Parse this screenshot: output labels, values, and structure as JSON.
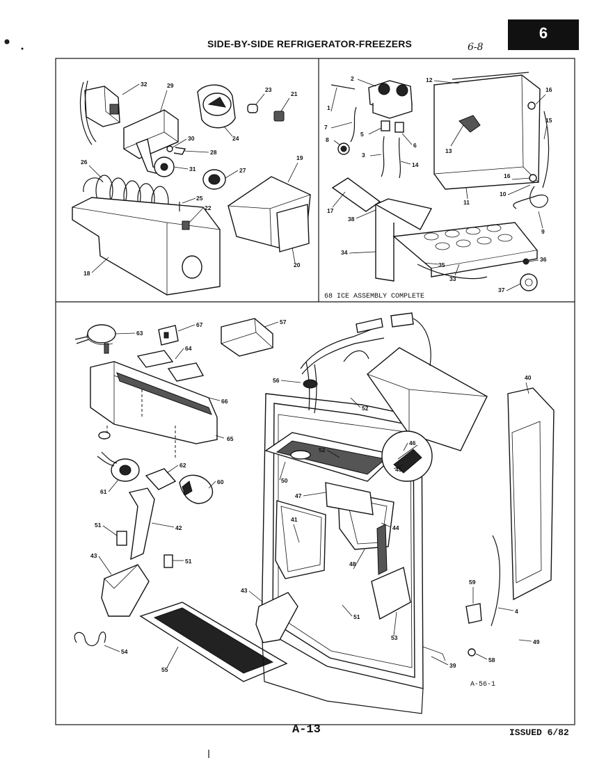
{
  "header": {
    "title": "SIDE-BY-SIDE REFRIGERATOR-FREEZERS",
    "section_number": "6",
    "handwritten_note": "6-8"
  },
  "panels": {
    "top_left": {
      "labels": [
        "32",
        "29",
        "23",
        "21",
        "24",
        "30",
        "28",
        "26",
        "31",
        "27",
        "19",
        "25",
        "22",
        "18",
        "20"
      ]
    },
    "top_right": {
      "labels": [
        "2",
        "12",
        "16",
        "1",
        "7",
        "15",
        "13",
        "5",
        "6",
        "8",
        "3",
        "14",
        "16",
        "10",
        "11",
        "17",
        "38",
        "9",
        "34",
        "36",
        "35",
        "33",
        "37"
      ],
      "caption": "68 ICE ASSEMBLY COMPLETE"
    },
    "bottom": {
      "labels": [
        "63",
        "67",
        "57",
        "64",
        "66",
        "56",
        "52",
        "40",
        "65",
        "46",
        "52",
        "45",
        "62",
        "50",
        "47",
        "60",
        "61",
        "44",
        "41",
        "42",
        "51",
        "48",
        "43",
        "51",
        "43",
        "59",
        "51",
        "4",
        "53",
        "49",
        "54",
        "58",
        "39",
        "55"
      ],
      "figure_code": "A-56-1"
    }
  },
  "footer": {
    "page_id": "A-13",
    "issued": "ISSUED 6/82"
  }
}
